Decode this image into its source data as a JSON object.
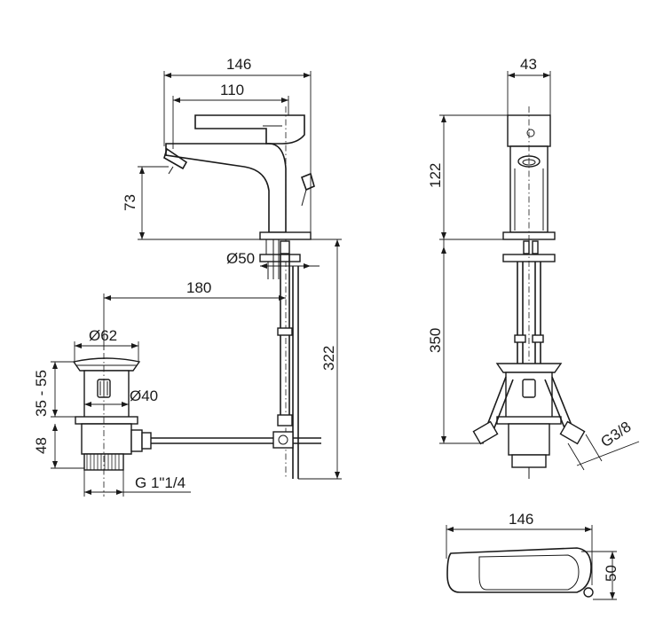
{
  "dimensions": {
    "side_overall_length": "146",
    "side_spout_length": "110",
    "side_spout_height": "73",
    "side_base_diameter": "Ø50",
    "waste_horizontal_distance": "180",
    "waste_cap_diameter": "Ø62",
    "waste_cap_height_range": "35 - 55",
    "waste_body_diameter": "Ø40",
    "waste_body_height": "48",
    "waste_thread": "G 1\"1/4",
    "waste_total_height": "322",
    "front_width": "43",
    "front_height": "122",
    "front_hose_length": "350",
    "front_connection_thread": "G3/8",
    "top_length": "146",
    "top_width": "50"
  }
}
